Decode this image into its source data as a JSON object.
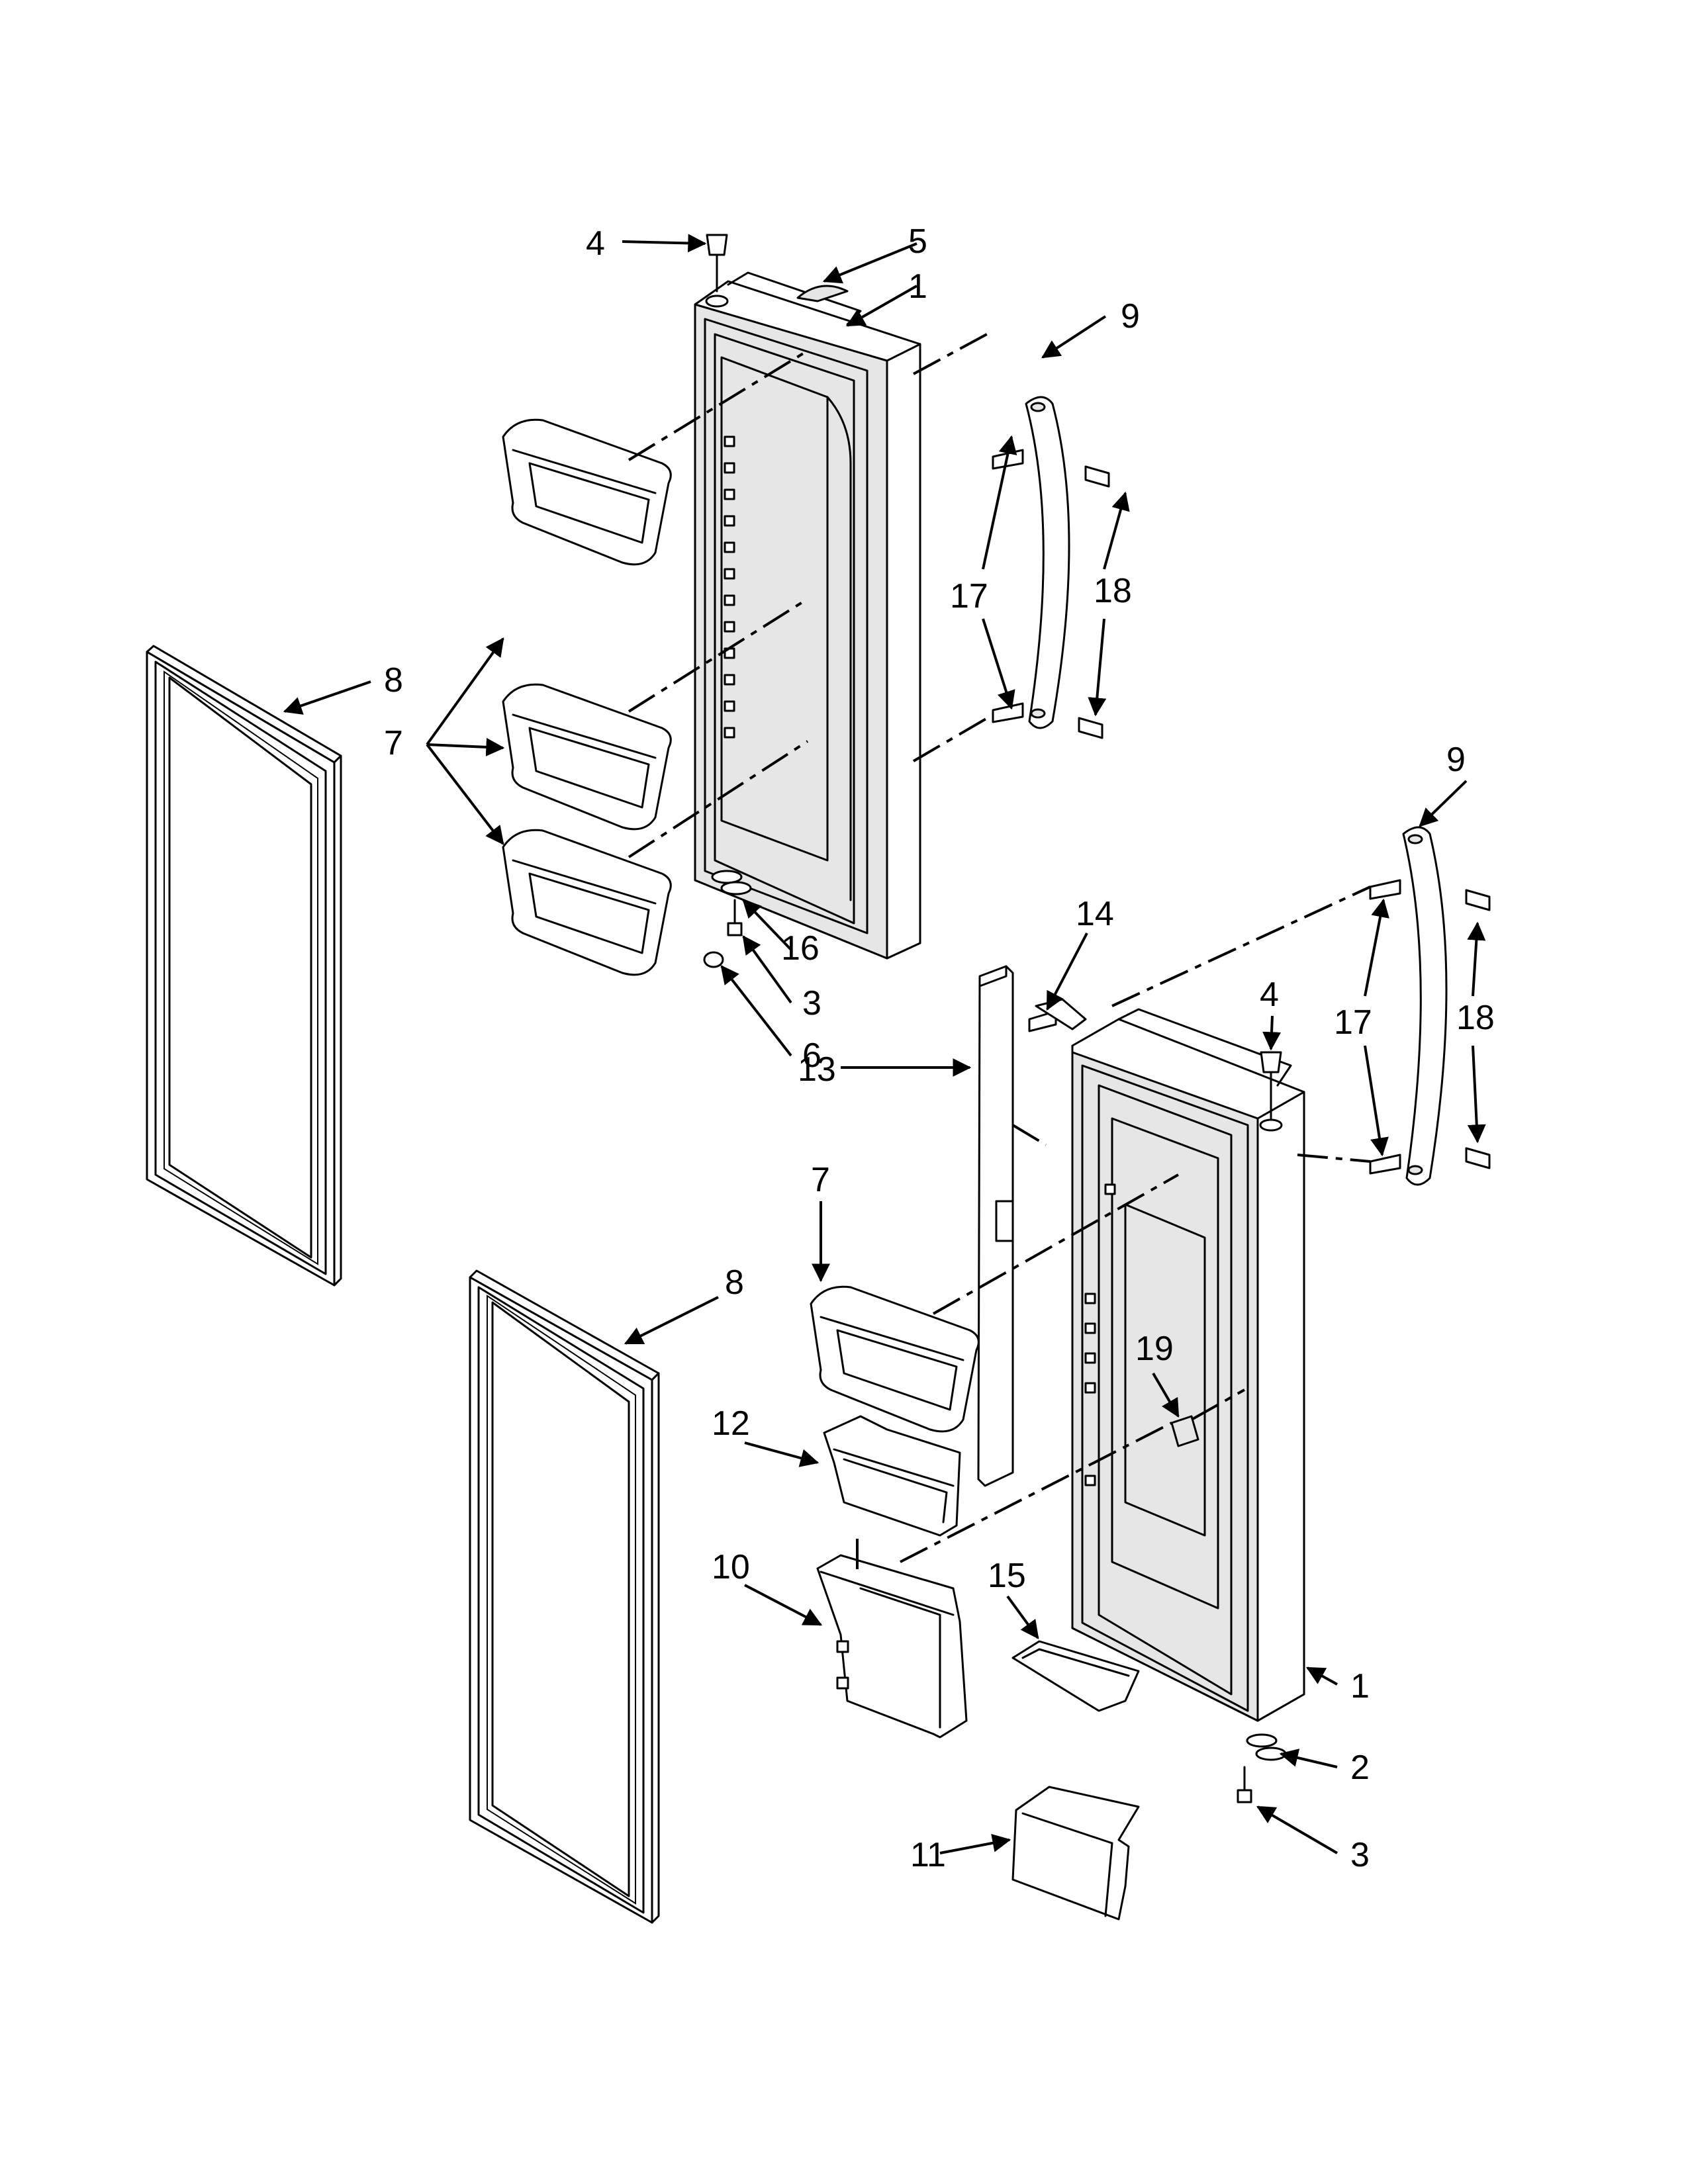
{
  "diagram": {
    "type": "exploded parts diagram",
    "callout_labels": [
      "1",
      "2",
      "3",
      "4",
      "5",
      "6",
      "7",
      "8",
      "9",
      "10",
      "11",
      "12",
      "13",
      "14",
      "15",
      "16",
      "17",
      "18",
      "19"
    ]
  },
  "callouts": {
    "top_door": {
      "hinge_pin": "4",
      "cap": "5",
      "door": "1",
      "handle": "9",
      "handle_screw": "17",
      "handle_stud": "18",
      "door_bin": "7",
      "gasket": "8",
      "hinge_washer": "16",
      "hinge_screw": "3",
      "bottom_bushing": "6"
    },
    "bottom_door": {
      "handle": "9",
      "handle_screw": "17",
      "handle_stud": "18",
      "dispenser_screw": "14",
      "hinge_pin": "4",
      "divider": "13",
      "door_bin": "7",
      "gasket": "8",
      "bracket": "19",
      "bin_small": "12",
      "housing": "10",
      "tray": "15",
      "door": "1",
      "hinge_washer": "2",
      "hinge_screw": "3",
      "bucket": "11"
    }
  }
}
